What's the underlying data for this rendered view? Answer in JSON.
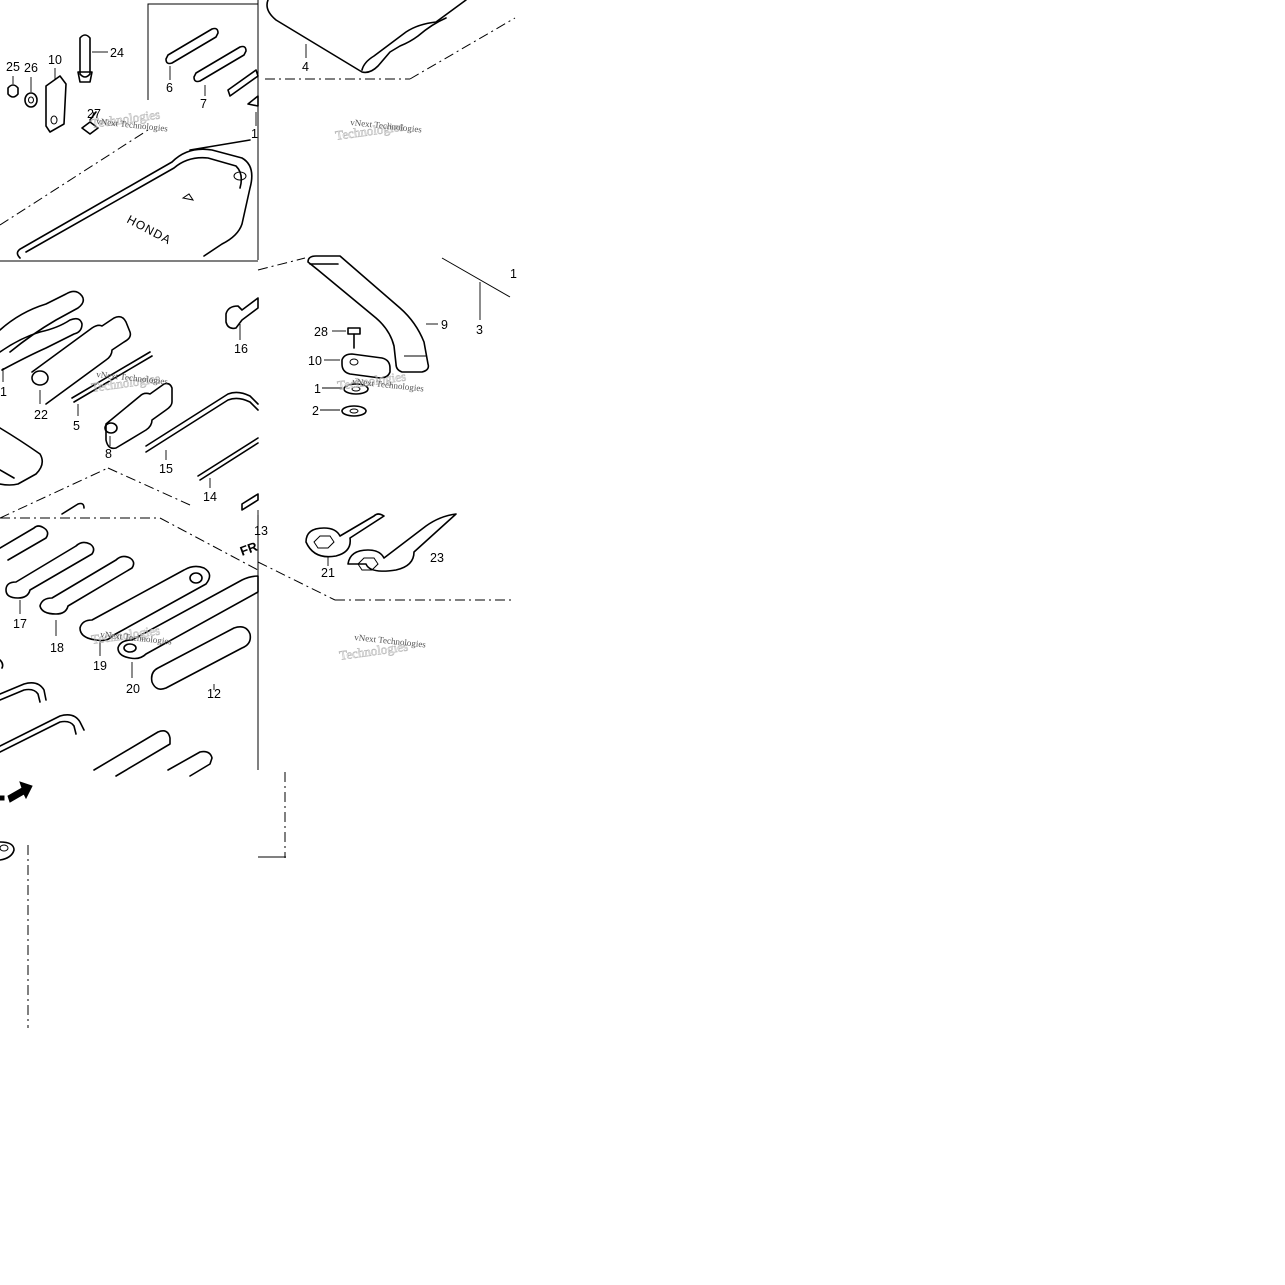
{
  "callouts": {
    "c25": "25",
    "c26": "26",
    "c10a": "10",
    "c24": "24",
    "c27": "27",
    "c6": "6",
    "c7": "7",
    "c1a": "1",
    "c4": "4",
    "c1b": "1",
    "c3": "3",
    "c28": "28",
    "c9": "9",
    "c10b": "10",
    "c1c": "1",
    "c2": "2",
    "c16": "16",
    "c1d": "1",
    "c22": "22",
    "c5": "5",
    "c8": "8",
    "c15": "15",
    "c14": "14",
    "c13": "13",
    "c17": "17",
    "c18": "18",
    "c19": "19",
    "c20": "20",
    "c12": "12",
    "c21": "21",
    "c23": "23"
  },
  "labels": {
    "bag_brand": "HONDA",
    "front_mark": "FR"
  },
  "watermark": {
    "line1": "vNext Technologies",
    "ghost": "Technologies"
  }
}
